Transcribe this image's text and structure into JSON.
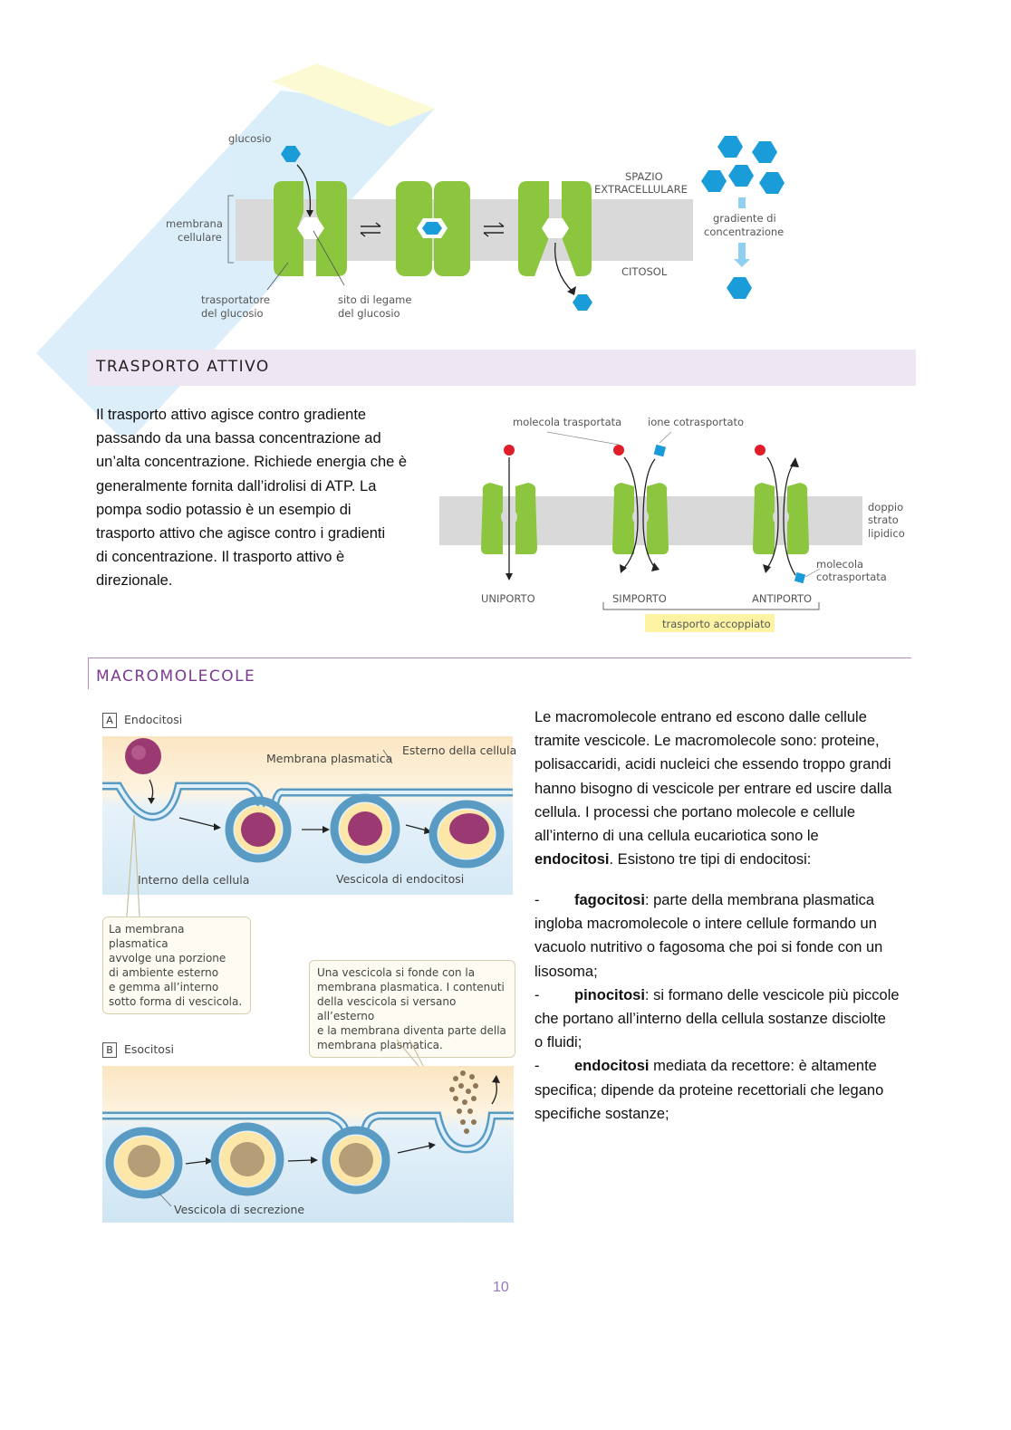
{
  "glucose_fig": {
    "glucosio": "glucosio",
    "membrana": "membrana",
    "cellulare": "cellulare",
    "trasportatore": "trasportatore",
    "del_glucosio_1": "del glucosio",
    "sito_di_legame": "sito di legame",
    "del_glucosio_2": "del glucosio",
    "spazio": "SPAZIO",
    "extracellulare": "EXTRACELLULARE",
    "citosol": "CITOSOL",
    "gradiente_di": "gradiente di",
    "concentrazione": "concentrazione"
  },
  "section1": {
    "title": "TRASPORTO ATTIVO"
  },
  "paragraph1": [
    "Il trasporto attivo agisce contro gradiente",
    "passando da una bassa concentrazione ad",
    "un’alta concentrazione. Richiede energia che è",
    "generalmente fornita dall’idrolisi di ATP. La",
    "pompa sodio potassio è un esempio di",
    "trasporto attivo che agisce contro i gradienti",
    "di concentrazione. Il trasporto attivo è",
    "direzionale."
  ],
  "transport_fig": {
    "molecola_trasportata": "molecola trasportata",
    "ione_cotrasportato": "ione cotrasportato",
    "doppio": "doppio",
    "strato": "strato",
    "lipidico": "lipidico",
    "molecola": "molecola",
    "cotrasportata": "cotrasportata",
    "uniporto": "UNIPORTO",
    "simporto": "SIMPORTO",
    "antiporto": "ANTIPORTO",
    "trasporto_accoppiato": "trasporto accoppiato"
  },
  "section2": {
    "title": "MACROMOLECOLE"
  },
  "endo_fig": {
    "a": "A",
    "endocitosi": "Endocitosi",
    "esterno": "Esterno della cellula",
    "membrana_plasmatica": "Membrana plasmatica",
    "interno": "Interno della cellula",
    "vescicola_endocitosi": "Vescicola di endocitosi",
    "callout1": [
      "La membrana plasmatica",
      "avvolge una porzione",
      "di ambiente esterno",
      "e gemma all’interno",
      "sotto forma di vescicola."
    ],
    "callout2": [
      "Una vescicola si fonde con la",
      "membrana plasmatica. I contenuti",
      "della vescicola si versano all’esterno",
      "e la membrana diventa parte della",
      "membrana plasmatica."
    ],
    "b": "B",
    "esocitosi": "Esocitosi",
    "vescicola_secrezione": "Vescicola di secrezione"
  },
  "paragraph2": {
    "lines": [
      "Le macromolecole entrano ed escono dalle cellule",
      "tramite vescicole. Le macromolecole sono: proteine,",
      "polisaccaridi, acidi nucleici che essendo troppo grandi",
      "hanno bisogno di vescicole per entrare ed uscire dalla",
      "cellula. I processi che portano molecole e cellule",
      "all’interno di una cellula eucariotica sono le"
    ],
    "last_bold": "endocitosi",
    "last_rest": ". Esistono tre tipi di endocitosi:"
  },
  "list": [
    {
      "dash": "-",
      "bold": "fagocitosi",
      "first": ": parte della membrana plasmatica",
      "rest": [
        "ingloba macromolecole o intere cellule formando un",
        "vacuolo nutritivo o fagosoma che poi si fonde con un",
        "lisosoma;"
      ]
    },
    {
      "dash": "-",
      "bold": "pinocitosi",
      "first": ": si formano delle vescicole più piccole",
      "rest": [
        "che portano all’interno della cellula sostanze disciolte",
        "o fluidi;"
      ]
    },
    {
      "dash": "-",
      "bold": "endocitosi",
      "first": " mediata da recettore: è altamente",
      "rest": [
        "specifica; dipende da proteine recettoriali che legano",
        "specifiche sostanze;"
      ]
    }
  ],
  "page_number": "10",
  "colors": {
    "green": "#8cc63f",
    "blue": "#1a9cd8",
    "purple": "#7a3b8f",
    "header_bg": "#efe6f3"
  }
}
